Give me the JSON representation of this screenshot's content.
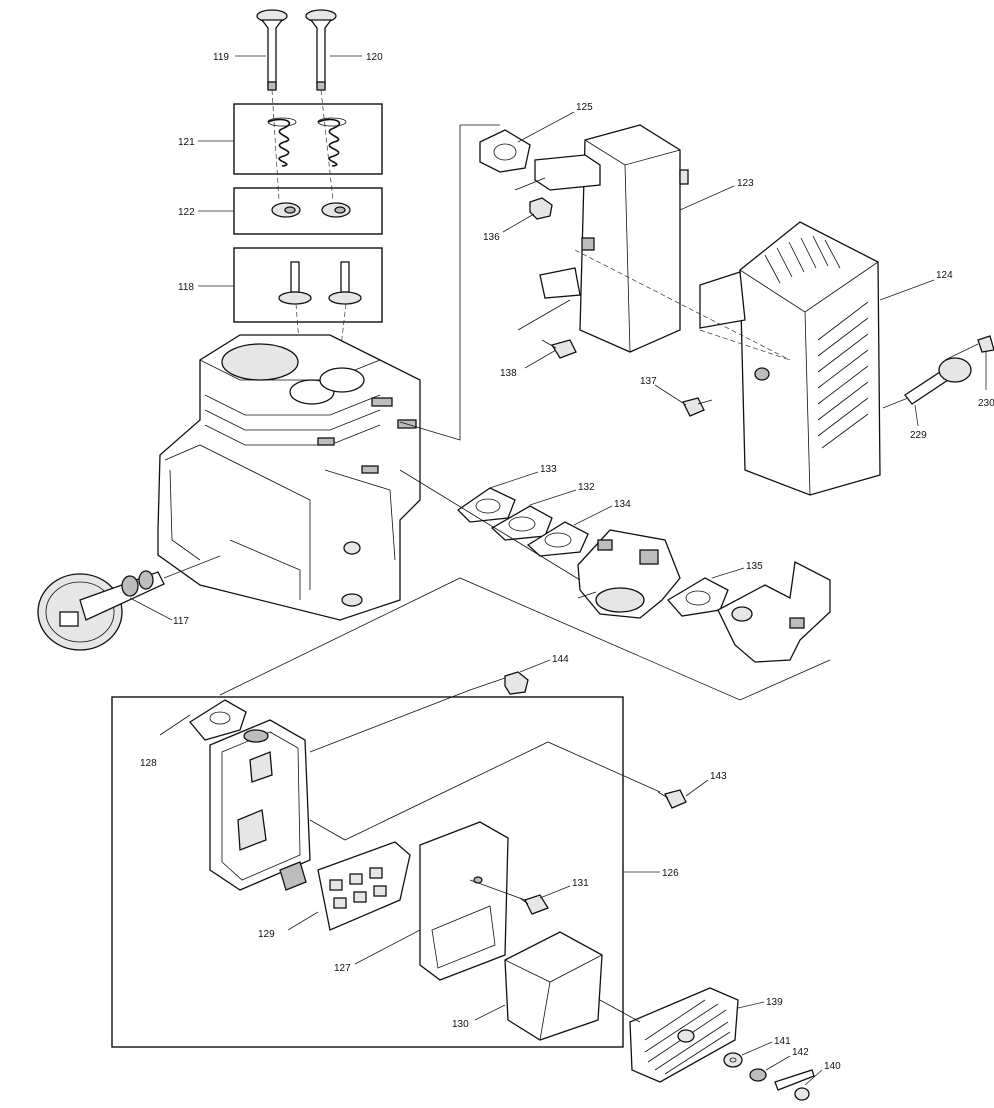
{
  "diagram": {
    "labels": {
      "p117": "117",
      "p118": "118",
      "p119": "119",
      "p120": "120",
      "p121": "121",
      "p122": "122",
      "p123": "123",
      "p124": "124",
      "p125": "125",
      "p126": "126",
      "p127": "127",
      "p128": "128",
      "p129": "129",
      "p130": "130",
      "p131": "131",
      "p132": "132",
      "p133": "133",
      "p134": "134",
      "p135": "135",
      "p136": "136",
      "p137": "137",
      "p138": "138",
      "p139": "139",
      "p140": "140",
      "p141": "141",
      "p142": "142",
      "p143": "143",
      "p144": "144",
      "p229": "229",
      "p230": "230"
    }
  }
}
